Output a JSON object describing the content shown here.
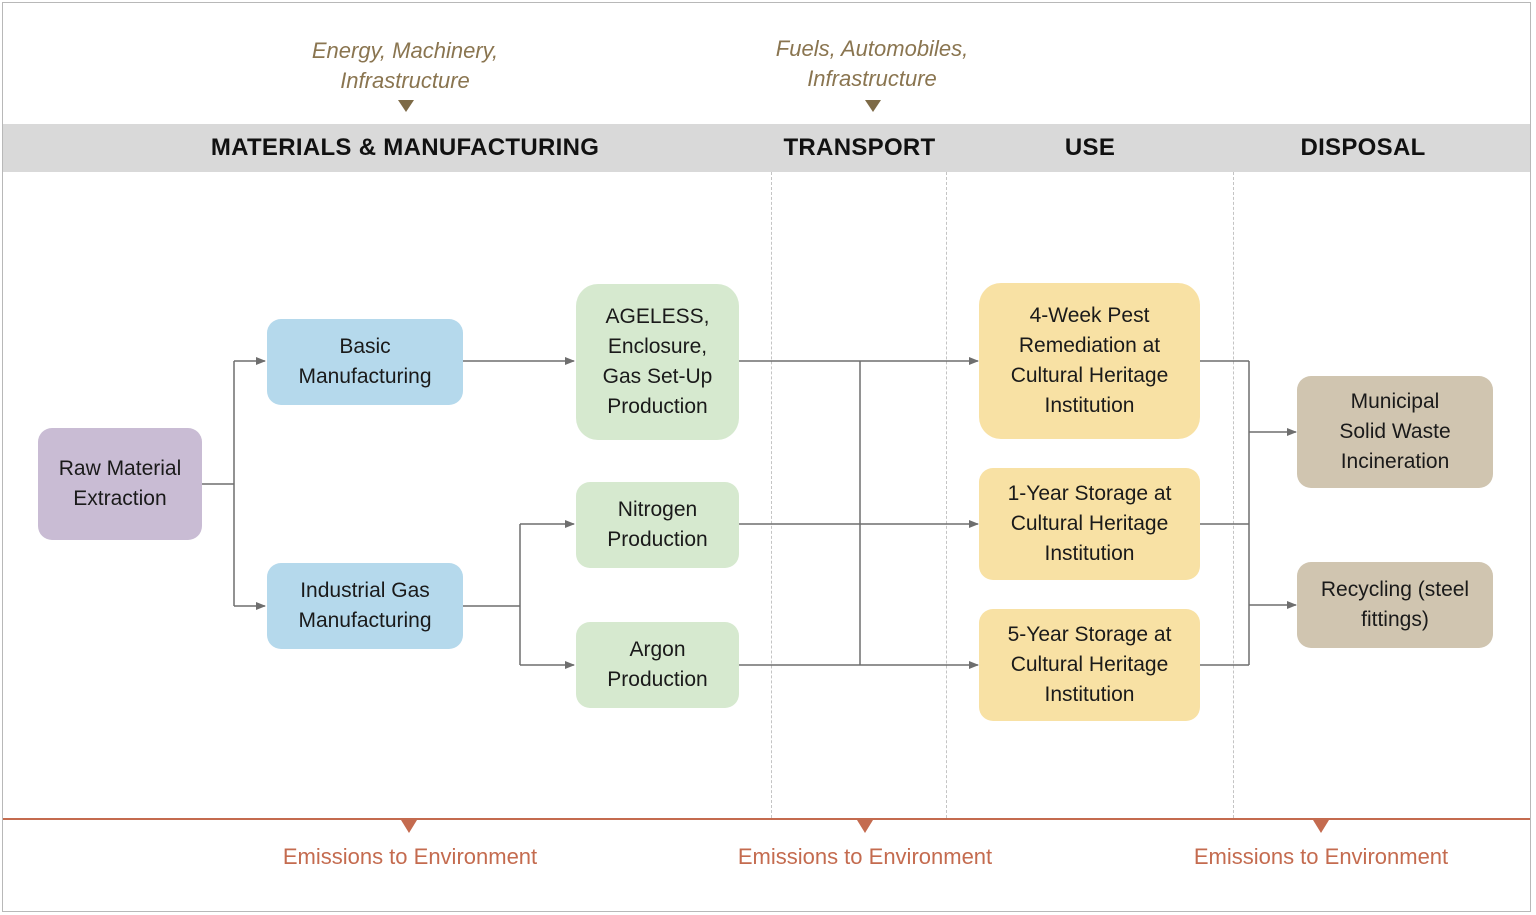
{
  "inputs": [
    {
      "line1": "Energy, Machinery,",
      "line2": "Infrastructure"
    },
    {
      "line1": "Fuels, Automobiles,",
      "line2": "Infrastructure"
    }
  ],
  "stages": {
    "materials": "MATERIALS & MANUFACTURING",
    "transport": "TRANSPORT",
    "use": "USE",
    "disposal": "DISPOSAL"
  },
  "nodes": {
    "raw": [
      "Raw Material",
      "Extraction"
    ],
    "basic": [
      "Basic",
      "Manufacturing"
    ],
    "industrial": [
      "Industrial Gas",
      "Manufacturing"
    ],
    "ageless": [
      "AGELESS,",
      "Enclosure,",
      "Gas Set-Up",
      "Production"
    ],
    "nitrogen": [
      "Nitrogen",
      "Production"
    ],
    "argon": [
      "Argon",
      "Production"
    ],
    "pest": [
      "4-Week Pest",
      "Remediation at",
      "Cultural Heritage",
      "Institution"
    ],
    "storage1": [
      "1-Year Storage at",
      "Cultural Heritage",
      "Institution"
    ],
    "storage5": [
      "5-Year Storage at",
      "Cultural Heritage",
      "Institution"
    ],
    "incineration": [
      "Municipal",
      "Solid Waste",
      "Incineration"
    ],
    "recycling": [
      "Recycling (steel",
      "fittings)"
    ]
  },
  "emissions": [
    "Emissions to Environment",
    "Emissions to Environment",
    "Emissions to Environment"
  ],
  "colors": {
    "connector": "#6e6e6e",
    "emission": "#c46b4f",
    "input_note": "#8a7550"
  }
}
